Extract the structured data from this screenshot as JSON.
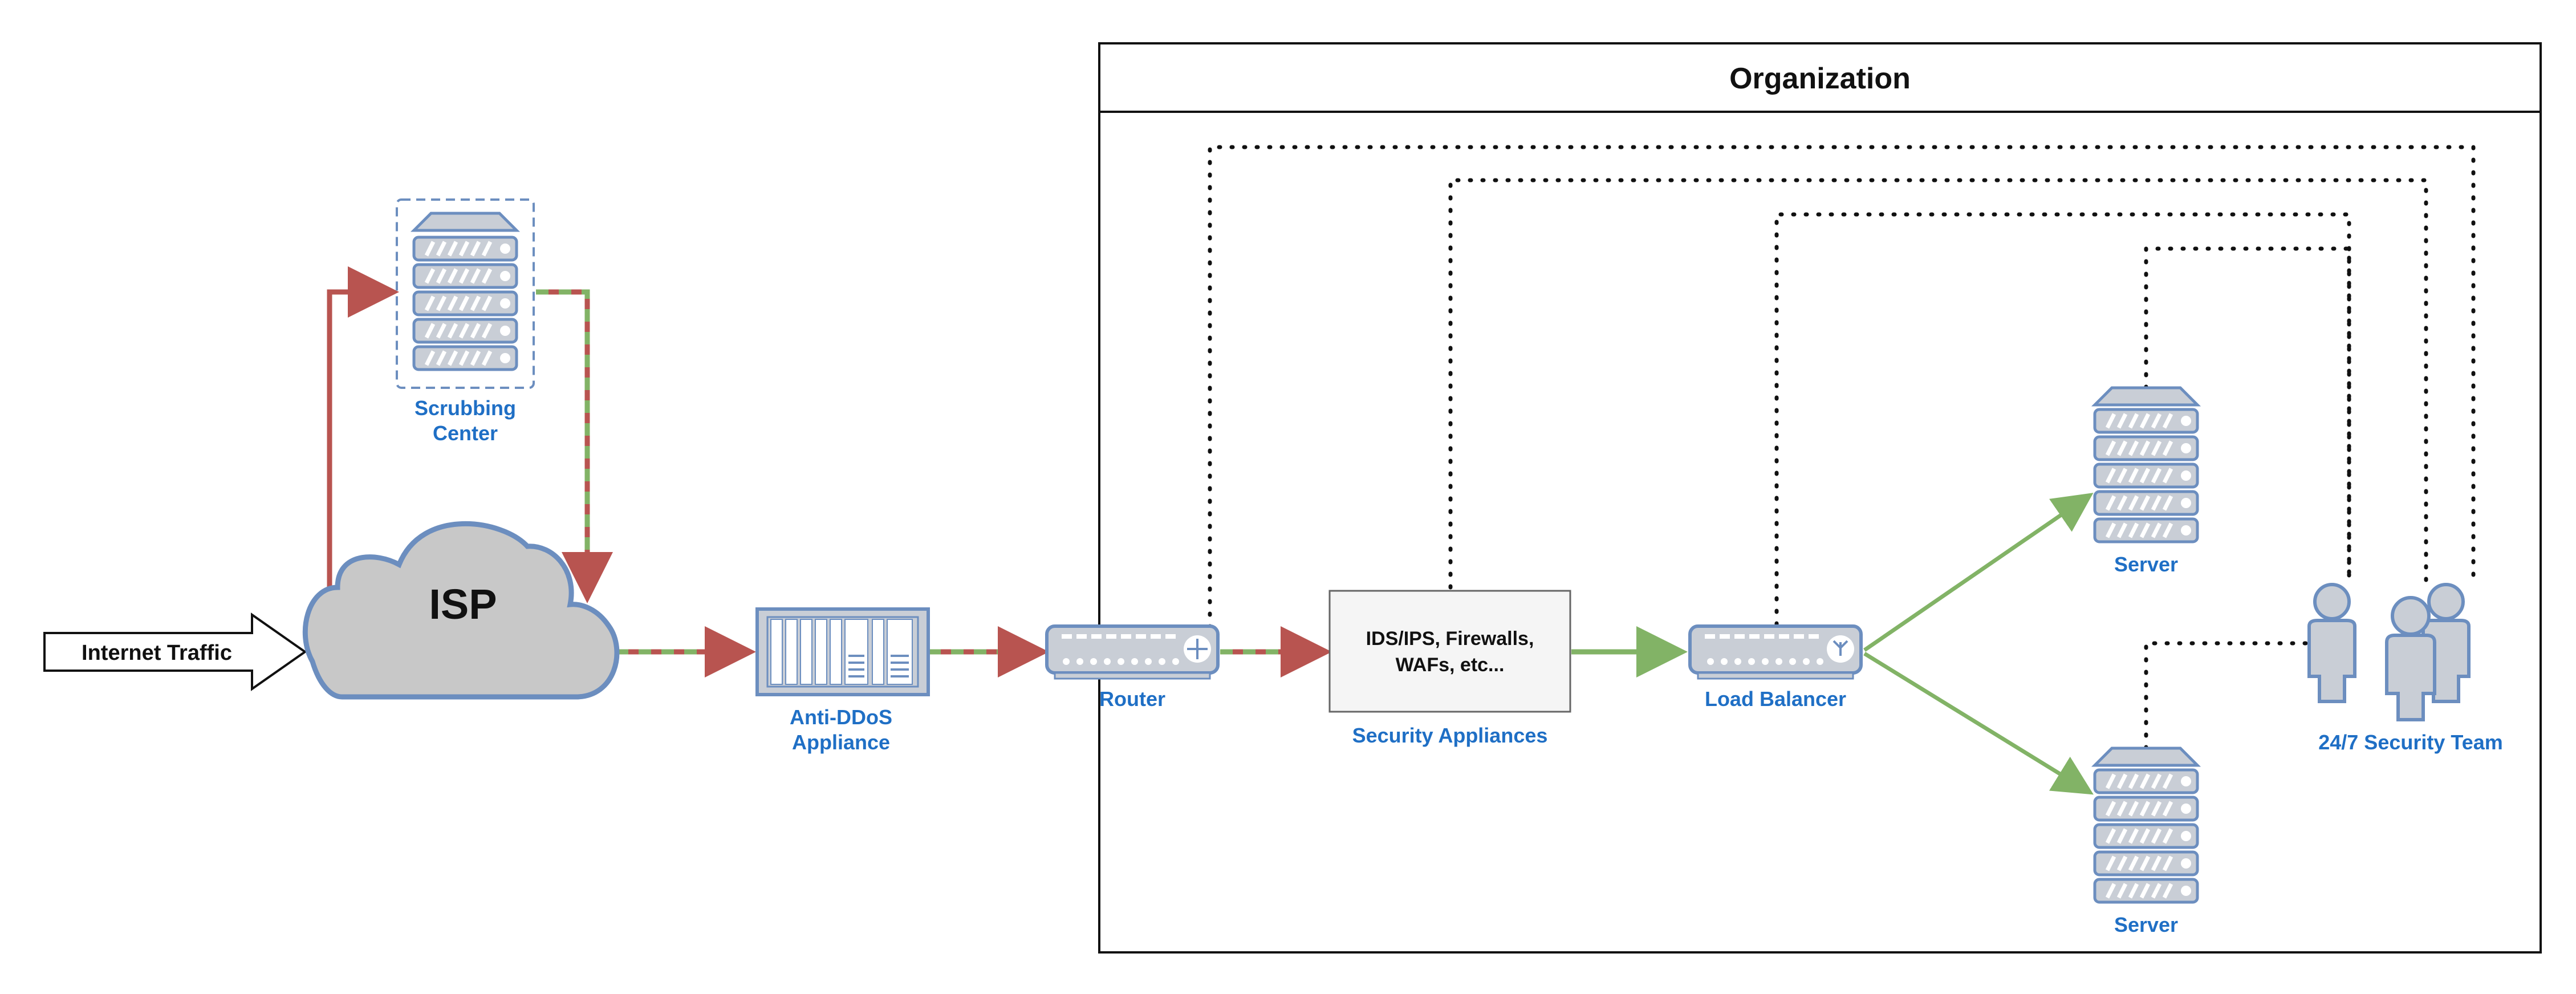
{
  "organization": {
    "title": "Organization"
  },
  "internet": {
    "label": "Internet Traffic"
  },
  "isp": {
    "label": "ISP"
  },
  "scrubbing": {
    "line1": "Scrubbing",
    "line2": "Center"
  },
  "antiddos": {
    "line1": "Anti-DDoS",
    "line2": "Appliance"
  },
  "router": {
    "label": "Router"
  },
  "security_appliances": {
    "line1": "IDS/IPS, Firewalls,",
    "line2": "WAFs, etc...",
    "caption": "Security Appliances"
  },
  "load_balancer": {
    "label": "Load Balancer"
  },
  "servers": [
    {
      "label": "Server"
    },
    {
      "label": "Server"
    }
  ],
  "security_team": {
    "label": "24/7 Security Team"
  },
  "colors": {
    "label_blue": "#1F6FC5",
    "attack_red": "#B85450",
    "clean_green": "#82B366",
    "device_fill": "#C9CED6",
    "device_stroke": "#6C8EBF",
    "cloud_fill": "#C8C8C8"
  }
}
